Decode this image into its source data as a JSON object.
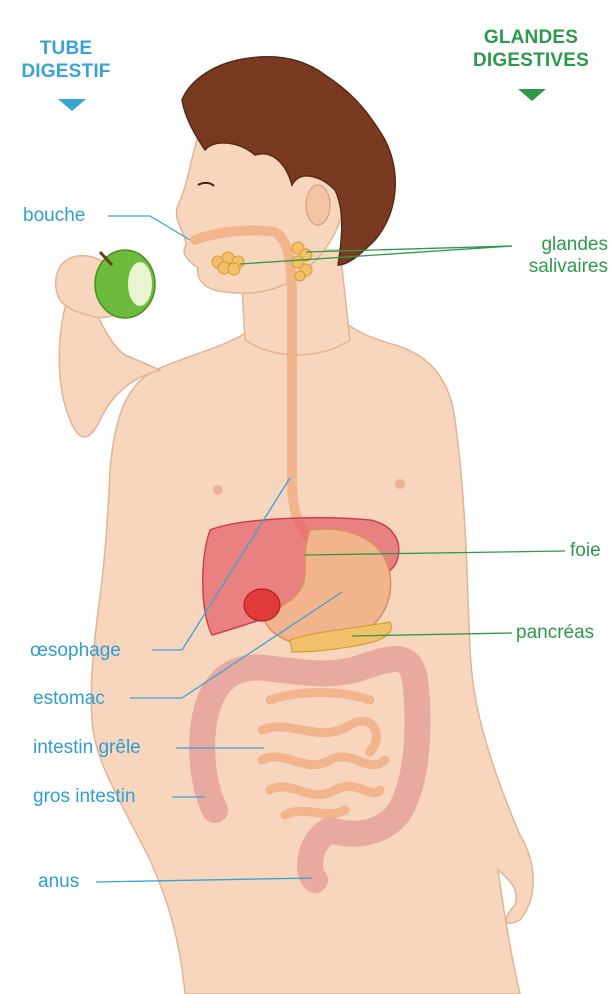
{
  "headers": {
    "tube_digestif": [
      "TUBE",
      "DIGESTIF"
    ],
    "glandes_digestives": [
      "GLANDES",
      "DIGESTIVES"
    ]
  },
  "labels": {
    "bouche": "bouche",
    "oesophage": "œsophage",
    "estomac": "estomac",
    "intestin_grele": "intestin grêle",
    "gros_intestin": "gros intestin",
    "anus": "anus",
    "glandes_salivaires": [
      "glandes",
      "salivaires"
    ],
    "foie": "foie",
    "pancreas": "pancréas"
  },
  "colors": {
    "tube_digestif": "#3aa3d6",
    "glandes_digestives": "#2d9a4a",
    "skin": "#f8d2b6",
    "hair": "#7a3a22",
    "liver": "#e6646e",
    "stomach": "#f2b48c",
    "intestine": "#e8a9a0",
    "apple": "#6cbb3c"
  }
}
